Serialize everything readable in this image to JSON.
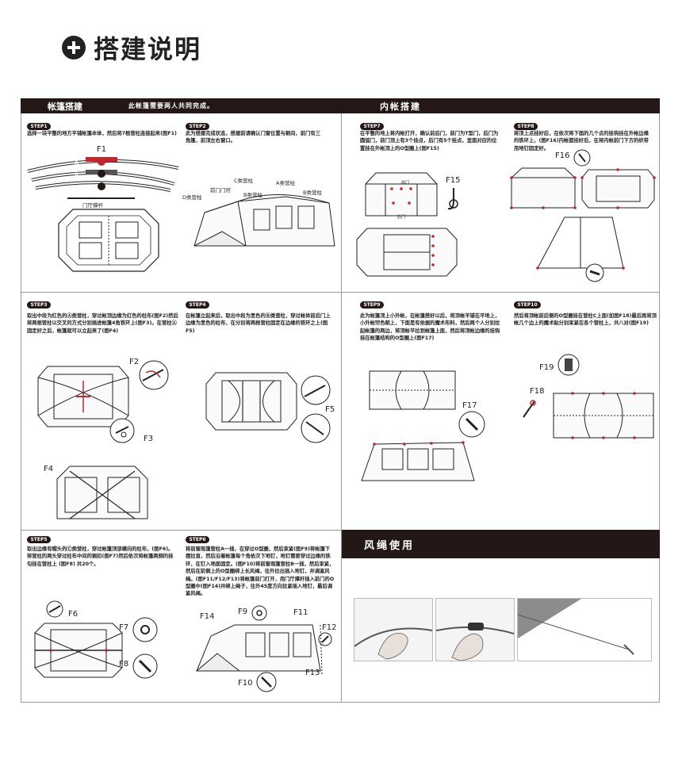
{
  "page_title": "搭建说明",
  "bars": {
    "left_title": "帐篷搭建",
    "left_subtitle": "此帐篷需要两人共同完成。",
    "right_title": "内帐搭建",
    "wind_title": "风绳使用"
  },
  "steps": {
    "s1": {
      "badge": "STEP1",
      "text": "选择一块平整的地方平铺帐篷本体，然后将7根营柱连接起来(图F1)"
    },
    "s2": {
      "badge": "STEP2",
      "text": "此为搭建完成状态，搭建前请确认门窗位置与朝向，前门有三角篷，前顶左右窗口。"
    },
    "s3": {
      "badge": "STEP3",
      "text": "取出中段为红色的Ⓐ类营柱，穿过帐顶边缘为红色的柱布(图F2)然后将两根营柱以交叉的方式分别插进帐篷4角铁环上(图F3)。在营柱Ⓐ固定好之后，帐篷就可以立起来了(图F4)"
    },
    "s4": {
      "badge": "STEP4",
      "text": "在帐篷立起来后，取出中段为黑色的Ⓑ类营柱，穿过帐体前后门上边缘为黑色的柱布，在分别将两根营柱固定在边缘的铁环之上(图F5)"
    },
    "s5": {
      "badge": "STEP5",
      "text": "取出边缘有帽头的Ⓒ类营柱，穿过帐篷顶部横向的柱布，(图F6)。将营柱的两头穿过柱布中间的铜扣(图F7)然后依次将帐篷两侧的挂勾挂在营柱上 (图F8) 共20个。"
    },
    "s6": {
      "badge": "STEP6",
      "text": "将前窗雨篷营柱A一插，在穿过O型圈，然后束紧(图F9)将帐篷下摆拉直，然后沿着帐篷每个角依次下地钉，地钉需要穿过边缘的铁环，在钉入地面固定。(图F10)将前窗雨篷营柱B一插，然后束紧，然后在前侧上的O型圈绑上长风绳，往外拉出插入地钉，并调紧风绳。(图F11/F12/F13)将帐篷前门打开，用门厅撑杆插入前门的O型圈中(图F14)并绑上绳子，往外45度方向拉紧插入地钉，最后调紧风绳。"
    },
    "s7": {
      "badge": "STEP7",
      "text": "在平整的地上将内帐打开，确认前后门，前门为T型门，后门为圆弧门，前门顶上有3个挂点，后门有5个挂点，里面对应的位置挂在外帐顶上的O型圈上(图F15)"
    },
    "s8": {
      "badge": "STEP8",
      "text": "将顶上点挂好后，在依次将下面的几个点的挂钩挂在外帐边缘的铁环上，(图F16)内帐都挂好后，在将内帐前门下方的织带用地钉固定好。"
    },
    "s9": {
      "badge": "STEP9",
      "text": "此为帐篷顶上小外帐，在帐篷搭好以后，将顶帐平铺在平地上，小外帐帘色朝上，下面是有依据的魔术布料，然后两个人分别拉起帐篷的两边，将顶帐平拉到帐篷上面，然后将顶帐边缘的挂钩挂在帐篷结构的O型圈上(图F17)"
    },
    "s10": {
      "badge": "STEP10",
      "text": "然后将顶帐前后侧的O型圈挂在营柱C上面(如图F18)最后再将顶帐几个边上的魔术贴分别束紧在各个营柱上，共八对(图F19)"
    }
  },
  "figures": {
    "F1": "F1",
    "F2": "F2",
    "F3": "F3",
    "F4": "F4",
    "F5": "F5",
    "F6": "F6",
    "F7": "F7",
    "F8": "F8",
    "F9": "F9",
    "F10": "F10",
    "F11": "F11",
    "F12": "F12",
    "F13": "F13",
    "F14": "F14",
    "F15": "F15",
    "F16": "F16",
    "F17": "F17",
    "F18": "F18",
    "F19": "F19"
  },
  "pole_labels": {
    "A": "A",
    "B": "B",
    "C": "C",
    "door_pole": "门厅撑杆"
  },
  "step2_labels": {
    "c_pole": "C类营柱",
    "door_pole": "前门门帘",
    "a_pole": "A类营柱",
    "b_pole_left": "B类营柱",
    "b_pole_right": "B类营柱",
    "d_pole": "D类营柱"
  },
  "step7_labels": {
    "front": "前门",
    "back": "后门"
  },
  "colors": {
    "bar": "#231815",
    "accent_red": "#c1272d",
    "line": "#222222"
  }
}
